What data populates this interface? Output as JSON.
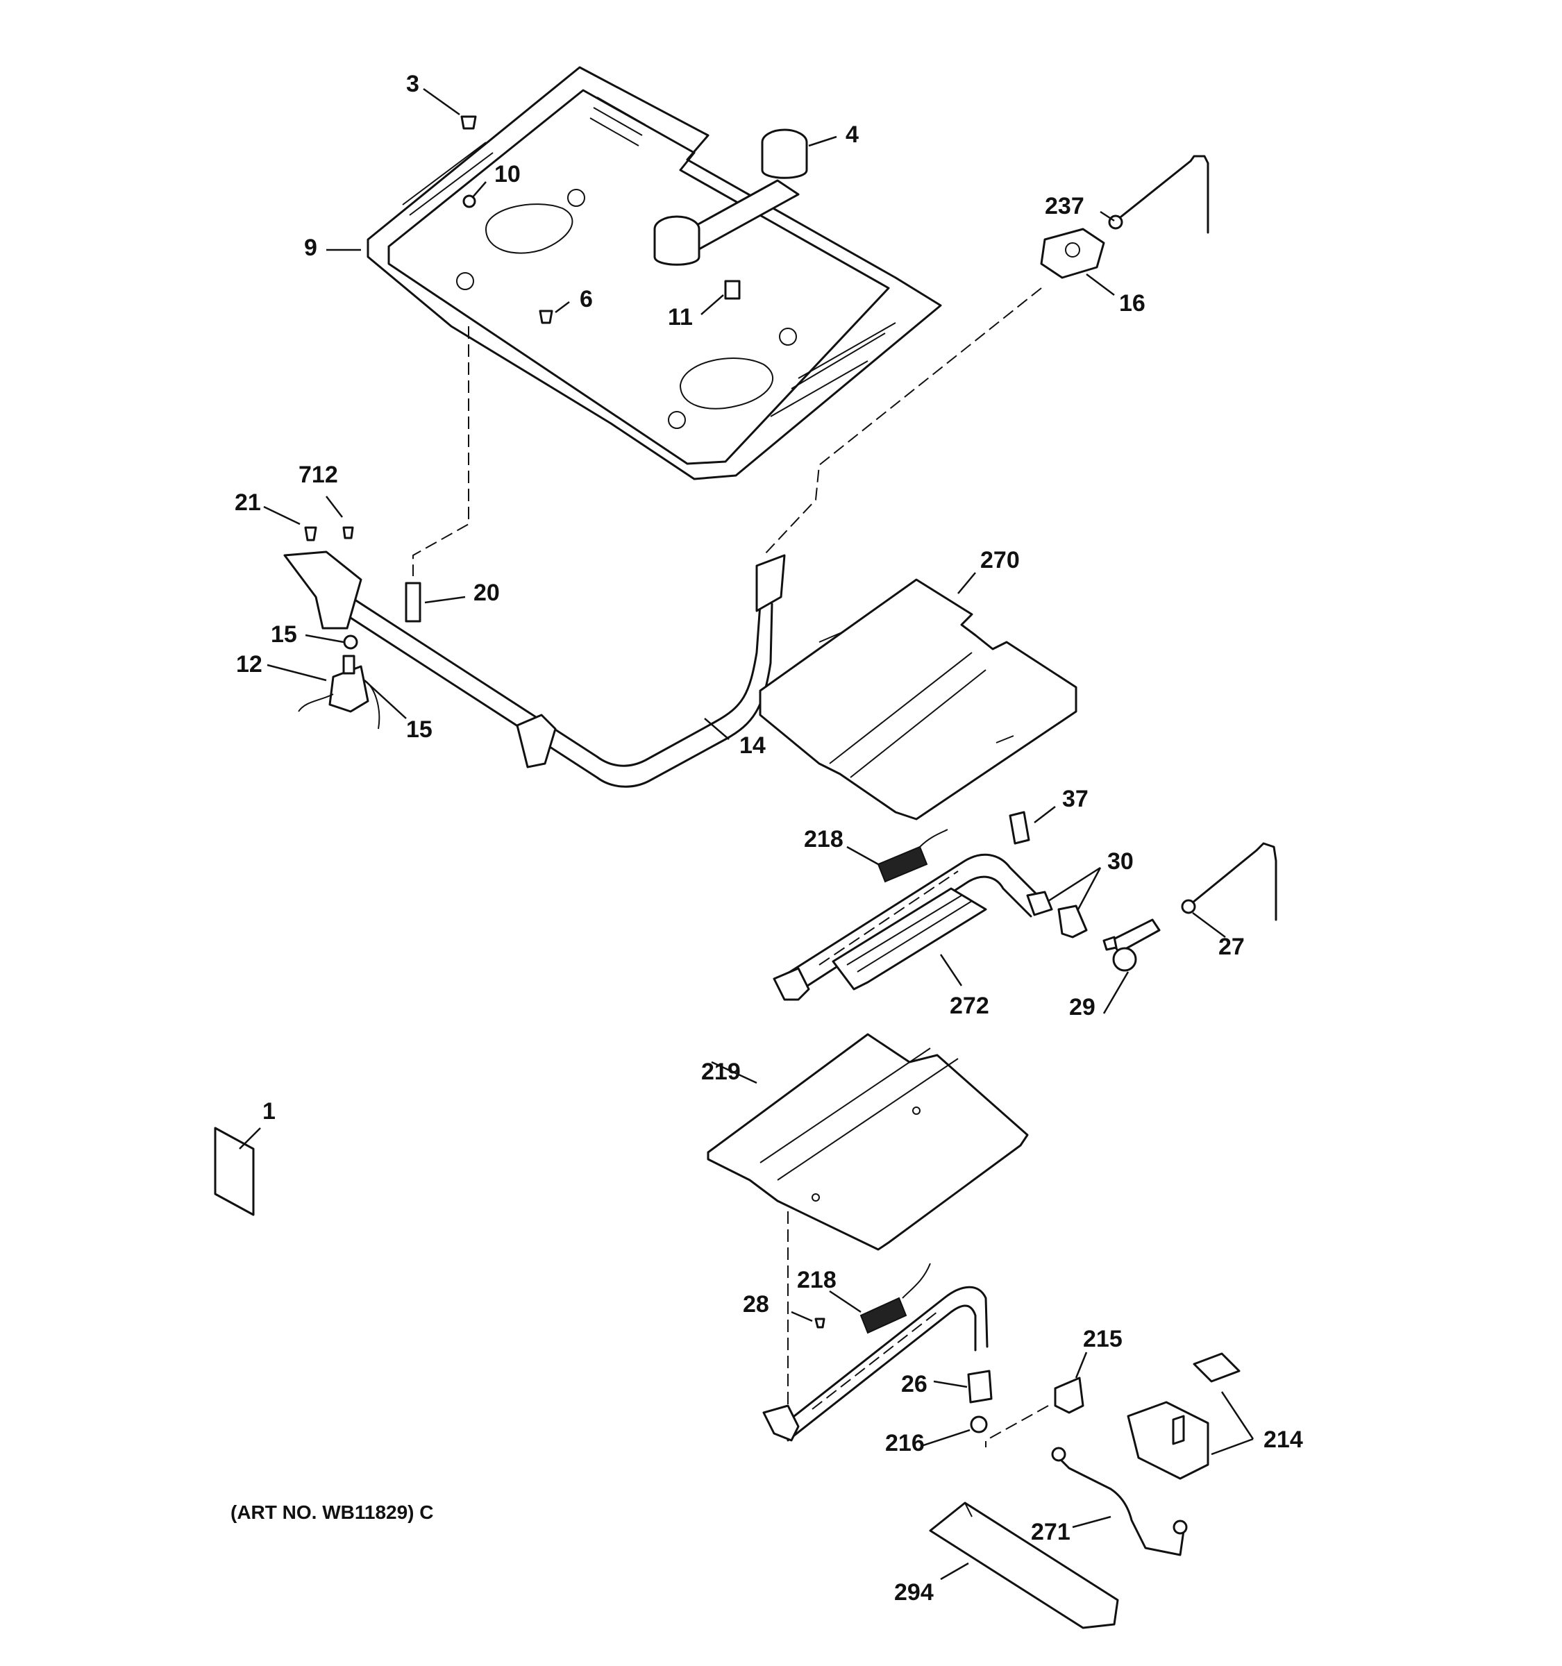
{
  "labels": {
    "p3": "3",
    "p4": "4",
    "p10": "10",
    "p237": "237",
    "p9": "9",
    "p16": "16",
    "p6": "6",
    "p11": "11",
    "p712": "712",
    "p21": "21",
    "p20": "20",
    "p270": "270",
    "p15a": "15",
    "p12": "12",
    "p15b": "15",
    "p14": "14",
    "p37": "37",
    "p218a": "218",
    "p30": "30",
    "p27": "27",
    "p272": "272",
    "p29": "29",
    "p219": "219",
    "p1": "1",
    "p218b": "218",
    "p28": "28",
    "p215": "215",
    "p26": "26",
    "p216": "216",
    "p214": "214",
    "p271": "271",
    "p294": "294"
  },
  "art_number": "(ART NO. WB11829) C"
}
